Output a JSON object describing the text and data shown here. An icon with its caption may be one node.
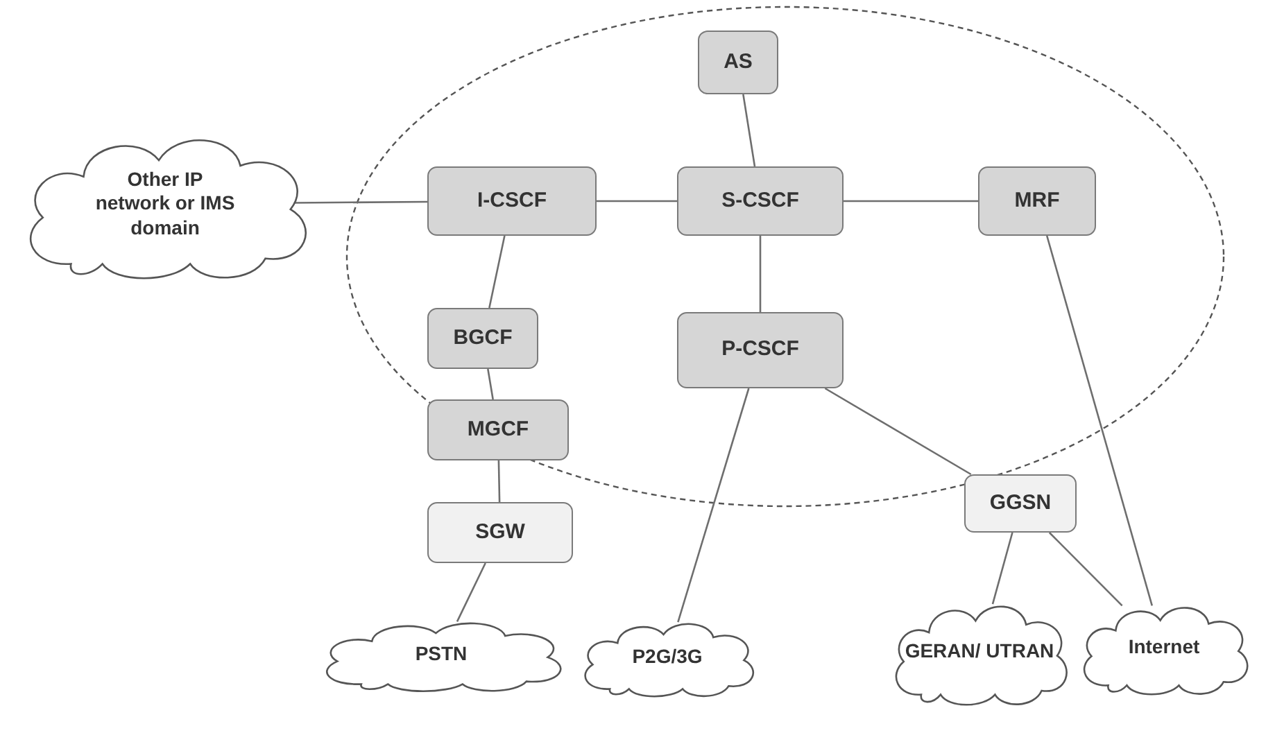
{
  "diagram": {
    "nodes": [
      {
        "text": [
          "Other IP network or IMS domain"
        ]
      },
      {
        "text": [
          "AS"
        ]
      },
      {
        "text": [
          "I-CSCF"
        ]
      },
      {
        "text": [
          "S-CSCF"
        ]
      },
      {
        "text": [
          "MRF"
        ]
      },
      {
        "text": [
          "BGCF"
        ]
      },
      {
        "text": [
          "P-CSCF"
        ]
      },
      {
        "text": [
          "MGCF"
        ]
      },
      {
        "text": [
          "SGW"
        ]
      },
      {
        "text": [
          "GGSN"
        ]
      },
      {
        "text": [
          "PSTN"
        ]
      },
      {
        "text": [
          "P2G/3G"
        ]
      },
      {
        "text": [
          "GERAN/ UTRAN"
        ]
      },
      {
        "text": [
          "Internet"
        ]
      }
    ],
    "edges": [
      {
        "from": 0,
        "to": 2,
        "arrow": "none"
      },
      {
        "from": 1,
        "to": 3,
        "arrow": "none"
      },
      {
        "from": 2,
        "to": 3,
        "arrow": "none"
      },
      {
        "from": 3,
        "to": 4,
        "arrow": "none"
      },
      {
        "from": 2,
        "to": 5,
        "arrow": "none"
      },
      {
        "from": 3,
        "to": 6,
        "arrow": "none"
      },
      {
        "from": 5,
        "to": 7,
        "arrow": "none"
      },
      {
        "from": 7,
        "to": 8,
        "arrow": "none"
      },
      {
        "from": 8,
        "to": 10,
        "arrow": "none"
      },
      {
        "from": 6,
        "to": 11,
        "arrow": "none"
      },
      {
        "from": 6,
        "to": 9,
        "arrow": "none"
      },
      {
        "from": 9,
        "to": 12,
        "arrow": "none"
      },
      {
        "from": 9,
        "to": 13,
        "arrow": "none"
      },
      {
        "from": 4,
        "to": 13,
        "arrow": "none"
      }
    ]
  }
}
